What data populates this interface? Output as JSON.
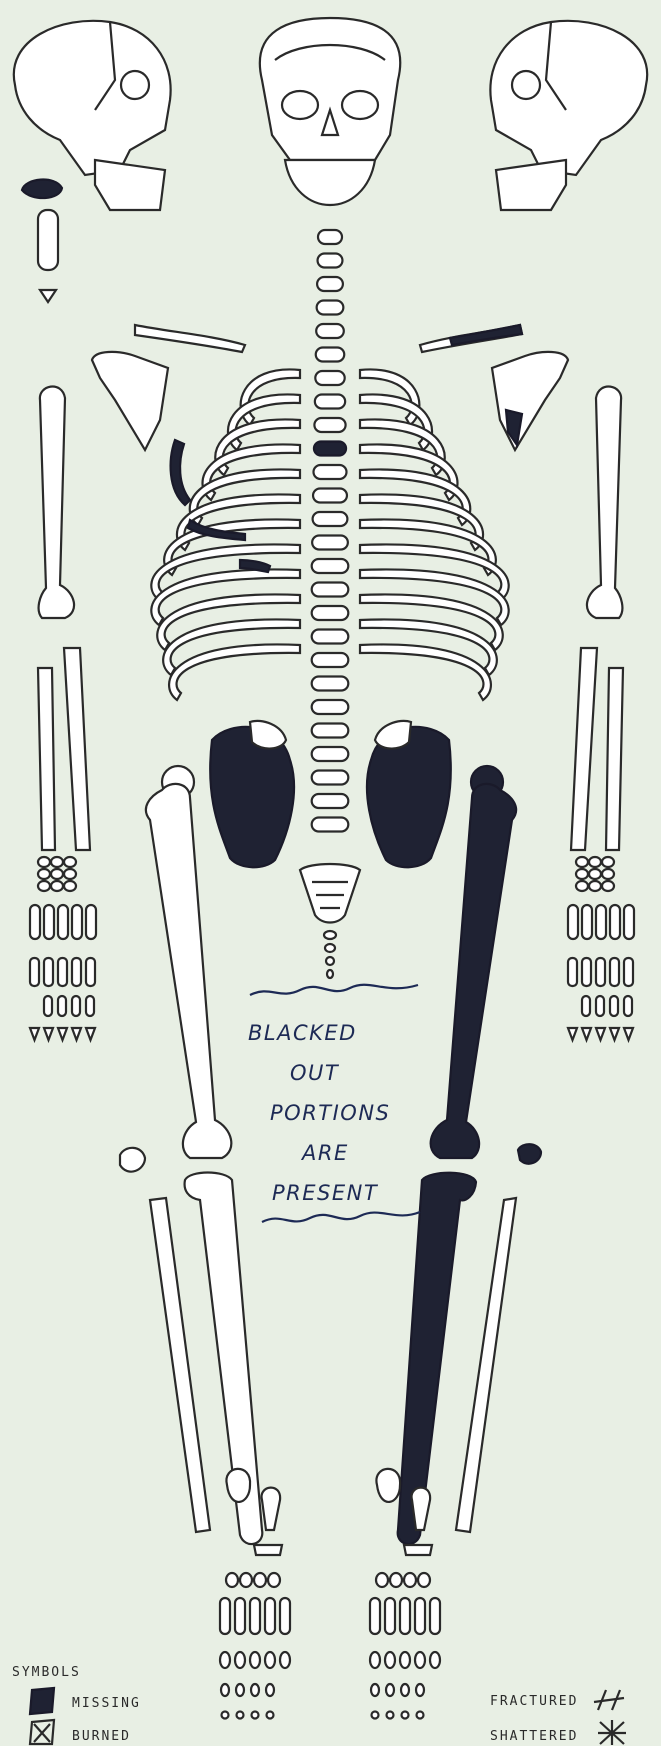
{
  "annotation": {
    "lines": [
      "BLACKED",
      "OUT",
      "PORTIONS",
      "ARE",
      "PRESENT"
    ]
  },
  "legend": {
    "heading": "SYMBOLS",
    "missing": "MISSING",
    "burned": "BURNED",
    "fractured": "FRACTURED",
    "shattered": "SHATTERED"
  },
  "colors": {
    "background": "#e8efe4",
    "bone_outline": "#2a2a2a",
    "present_fill": "#1f2233",
    "ink": "#1d2a55"
  }
}
